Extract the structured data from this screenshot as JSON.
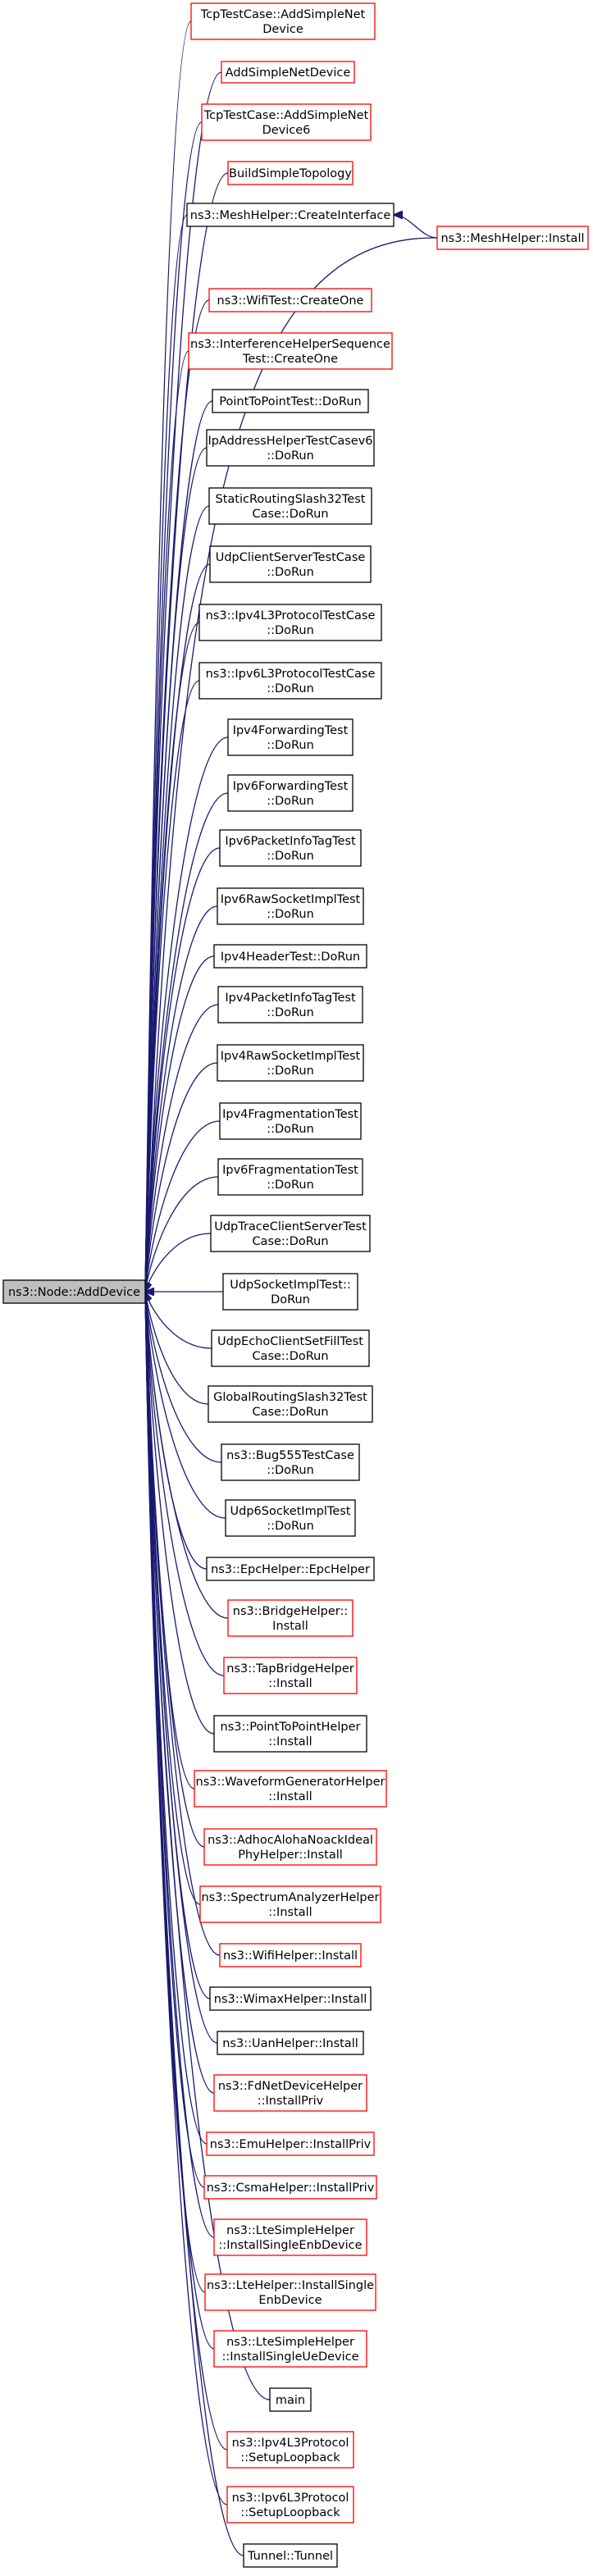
{
  "colors": {
    "edge": "#191970",
    "border_documented": "#000000",
    "border_undocumented": "#ff0000",
    "root_fill": "#bfbfbf"
  },
  "root": {
    "label": "ns3::Node::AddDevice",
    "icon": "none"
  },
  "callers": [
    {
      "id": "n1",
      "lines": [
        "TcpTestCase::AddSimpleNet",
        "Device"
      ],
      "border": "red"
    },
    {
      "id": "n2",
      "lines": [
        "AddSimpleNetDevice"
      ],
      "border": "red"
    },
    {
      "id": "n3",
      "lines": [
        "TcpTestCase::AddSimpleNet",
        "Device6"
      ],
      "border": "red"
    },
    {
      "id": "n4",
      "lines": [
        "BuildSimpleTopology"
      ],
      "border": "red"
    },
    {
      "id": "n5",
      "lines": [
        "ns3::MeshHelper::CreateInterface"
      ],
      "border": "black"
    },
    {
      "id": "n6",
      "lines": [
        "ns3::MeshHelper::Install"
      ],
      "border": "red"
    },
    {
      "id": "n7",
      "lines": [
        "ns3::WifiTest::CreateOne"
      ],
      "border": "red"
    },
    {
      "id": "n8",
      "lines": [
        "ns3::InterferenceHelperSequence",
        "Test::CreateOne"
      ],
      "border": "red"
    },
    {
      "id": "n9",
      "lines": [
        "PointToPointTest::DoRun"
      ],
      "border": "black"
    },
    {
      "id": "n10",
      "lines": [
        "IpAddressHelperTestCasev6",
        "::DoRun"
      ],
      "border": "black"
    },
    {
      "id": "n11",
      "lines": [
        "StaticRoutingSlash32Test",
        "Case::DoRun"
      ],
      "border": "black"
    },
    {
      "id": "n12",
      "lines": [
        "UdpClientServerTestCase",
        "::DoRun"
      ],
      "border": "black"
    },
    {
      "id": "n13",
      "lines": [
        "ns3::Ipv4L3ProtocolTestCase",
        "::DoRun"
      ],
      "border": "black"
    },
    {
      "id": "n14",
      "lines": [
        "ns3::Ipv6L3ProtocolTestCase",
        "::DoRun"
      ],
      "border": "black"
    },
    {
      "id": "n15",
      "lines": [
        "Ipv4ForwardingTest",
        "::DoRun"
      ],
      "border": "black"
    },
    {
      "id": "n16",
      "lines": [
        "Ipv6ForwardingTest",
        "::DoRun"
      ],
      "border": "black"
    },
    {
      "id": "n17",
      "lines": [
        "Ipv6PacketInfoTagTest",
        "::DoRun"
      ],
      "border": "black"
    },
    {
      "id": "n18",
      "lines": [
        "Ipv6RawSocketImplTest",
        "::DoRun"
      ],
      "border": "black"
    },
    {
      "id": "n19",
      "lines": [
        "Ipv4HeaderTest::DoRun"
      ],
      "border": "black"
    },
    {
      "id": "n20",
      "lines": [
        "Ipv4PacketInfoTagTest",
        "::DoRun"
      ],
      "border": "black"
    },
    {
      "id": "n21",
      "lines": [
        "Ipv4RawSocketImplTest",
        "::DoRun"
      ],
      "border": "black"
    },
    {
      "id": "n22",
      "lines": [
        "Ipv4FragmentationTest",
        "::DoRun"
      ],
      "border": "black"
    },
    {
      "id": "n23",
      "lines": [
        "Ipv6FragmentationTest",
        "::DoRun"
      ],
      "border": "black"
    },
    {
      "id": "n24",
      "lines": [
        "UdpTraceClientServerTest",
        "Case::DoRun"
      ],
      "border": "black"
    },
    {
      "id": "n25",
      "lines": [
        "UdpSocketImplTest::",
        "DoRun"
      ],
      "border": "black"
    },
    {
      "id": "n26",
      "lines": [
        "UdpEchoClientSetFillTest",
        "Case::DoRun"
      ],
      "border": "black"
    },
    {
      "id": "n27",
      "lines": [
        "GlobalRoutingSlash32Test",
        "Case::DoRun"
      ],
      "border": "black"
    },
    {
      "id": "n28",
      "lines": [
        "ns3::Bug555TestCase",
        "::DoRun"
      ],
      "border": "black"
    },
    {
      "id": "n29",
      "lines": [
        "Udp6SocketImplTest",
        "::DoRun"
      ],
      "border": "black"
    },
    {
      "id": "n30",
      "lines": [
        "ns3::EpcHelper::EpcHelper"
      ],
      "border": "black"
    },
    {
      "id": "n31",
      "lines": [
        "ns3::BridgeHelper::",
        "Install"
      ],
      "border": "red"
    },
    {
      "id": "n32",
      "lines": [
        "ns3::TapBridgeHelper",
        "::Install"
      ],
      "border": "red"
    },
    {
      "id": "n33",
      "lines": [
        "ns3::PointToPointHelper",
        "::Install"
      ],
      "border": "black"
    },
    {
      "id": "n34",
      "lines": [
        "ns3::WaveformGeneratorHelper",
        "::Install"
      ],
      "border": "red"
    },
    {
      "id": "n35",
      "lines": [
        "ns3::AdhocAlohaNoackIdeal",
        "PhyHelper::Install"
      ],
      "border": "red"
    },
    {
      "id": "n36",
      "lines": [
        "ns3::SpectrumAnalyzerHelper",
        "::Install"
      ],
      "border": "red"
    },
    {
      "id": "n37",
      "lines": [
        "ns3::WifiHelper::Install"
      ],
      "border": "red"
    },
    {
      "id": "n38",
      "lines": [
        "ns3::WimaxHelper::Install"
      ],
      "border": "black"
    },
    {
      "id": "n39",
      "lines": [
        "ns3::UanHelper::Install"
      ],
      "border": "black"
    },
    {
      "id": "n40",
      "lines": [
        "ns3::FdNetDeviceHelper",
        "::InstallPriv"
      ],
      "border": "red"
    },
    {
      "id": "n41",
      "lines": [
        "ns3::EmuHelper::InstallPriv"
      ],
      "border": "red"
    },
    {
      "id": "n42",
      "lines": [
        "ns3::CsmaHelper::InstallPriv"
      ],
      "border": "red"
    },
    {
      "id": "n43",
      "lines": [
        "ns3::LteSimpleHelper",
        "::InstallSingleEnbDevice"
      ],
      "border": "red"
    },
    {
      "id": "n44",
      "lines": [
        "ns3::LteHelper::InstallSingle",
        "EnbDevice"
      ],
      "border": "red"
    },
    {
      "id": "n45",
      "lines": [
        "ns3::LteSimpleHelper",
        "::InstallSingleUeDevice"
      ],
      "border": "red"
    },
    {
      "id": "n46",
      "lines": [
        "main"
      ],
      "border": "black"
    },
    {
      "id": "n47",
      "lines": [
        "ns3::Ipv4L3Protocol",
        "::SetupLoopback"
      ],
      "border": "red"
    },
    {
      "id": "n48",
      "lines": [
        "ns3::Ipv6L3Protocol",
        "::SetupLoopback"
      ],
      "border": "red"
    },
    {
      "id": "n49",
      "lines": [
        "Tunnel::Tunnel"
      ],
      "border": "black"
    }
  ],
  "edges": [
    {
      "from": "n6",
      "to": "n5"
    }
  ]
}
